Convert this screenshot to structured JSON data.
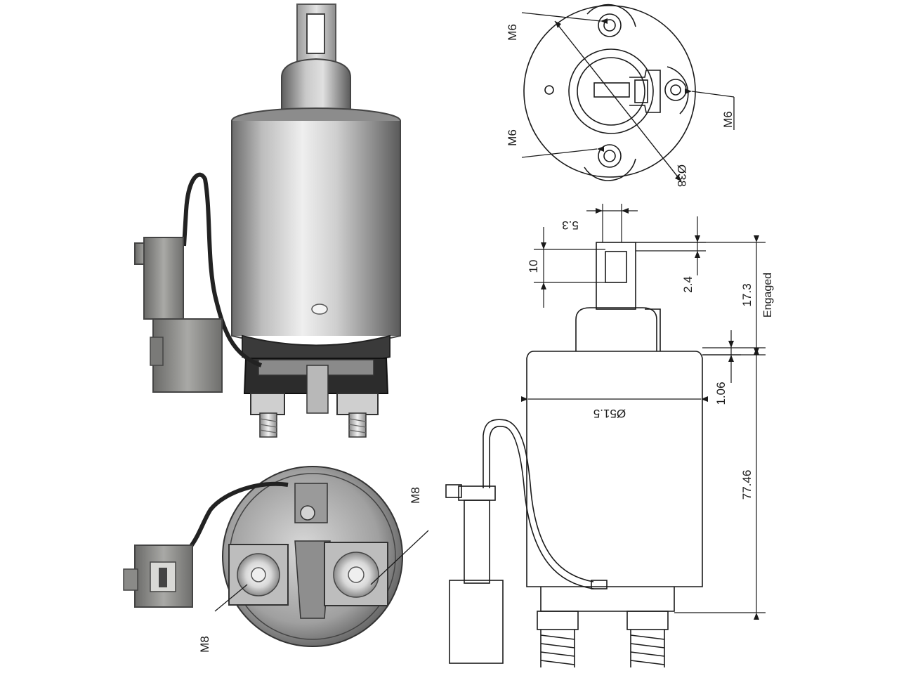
{
  "figure": {
    "colors": {
      "line": "#1a1a1a",
      "metal_light": "#e6e6e6",
      "metal_mid": "#a8a8a8",
      "metal_dark": "#5a5a5a",
      "bakelite": "#2a2a2a",
      "connector": "#8a8a88",
      "background": "#ffffff"
    },
    "icons": {
      "solenoid_photo_side": "solenoid-photo",
      "solenoid_photo_end": "terminal-end-photo"
    },
    "end_view_labels": {
      "m6_top": "M6",
      "m6_right": "M6",
      "m6_bottom": "M6",
      "diameter": "Ø38"
    },
    "side_view_labels": {
      "plunger_width": "5.3",
      "plunger_hole": "10",
      "plunger_offset": "2.4",
      "engaged_length": "17.3",
      "engaged_word": "Engaged",
      "body_diameter": "Ø51.5",
      "body_gap": "1.06",
      "body_length": "77.46"
    },
    "photo_end_labels": {
      "terminal_right": "M8",
      "terminal_left": "M8"
    }
  }
}
